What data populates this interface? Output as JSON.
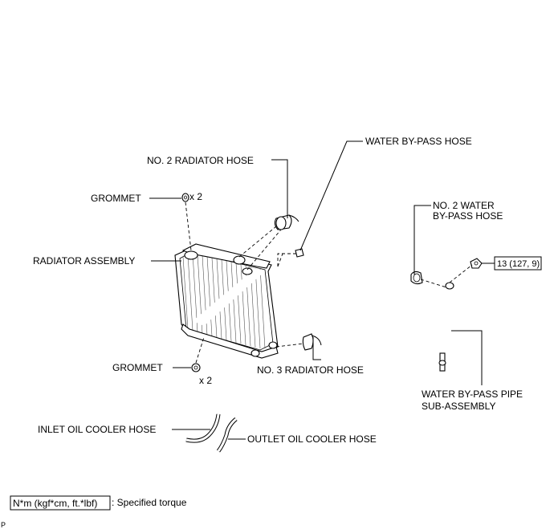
{
  "labels": {
    "no2_radiator_hose": "NO. 2 RADIATOR HOSE",
    "water_bypass_hose": "WATER BY-PASS HOSE",
    "grommet_top": "GROMMET",
    "qty_top": "x 2",
    "no2_water_bypass_hose_line1": "NO. 2 WATER",
    "no2_water_bypass_hose_line2": "BY-PASS HOSE",
    "radiator_assembly": "RADIATOR ASSEMBLY",
    "torque_value": "13 (127, 9)",
    "grommet_bottom": "GROMMET",
    "qty_bottom": "x 2",
    "no3_radiator_hose": "NO. 3 RADIATOR HOSE",
    "water_bypass_pipe_line1": "WATER BY-PASS PIPE",
    "water_bypass_pipe_line2": "SUB-ASSEMBLY",
    "inlet_oil_cooler_hose": "INLET OIL COOLER HOSE",
    "outlet_oil_cooler_hose": "OUTLET OIL COOLER HOSE"
  },
  "legend": {
    "unit_box": "N*m (kgf*cm, ft.*lbf)",
    "description": ": Specified torque"
  },
  "footer": {
    "code": "P"
  }
}
